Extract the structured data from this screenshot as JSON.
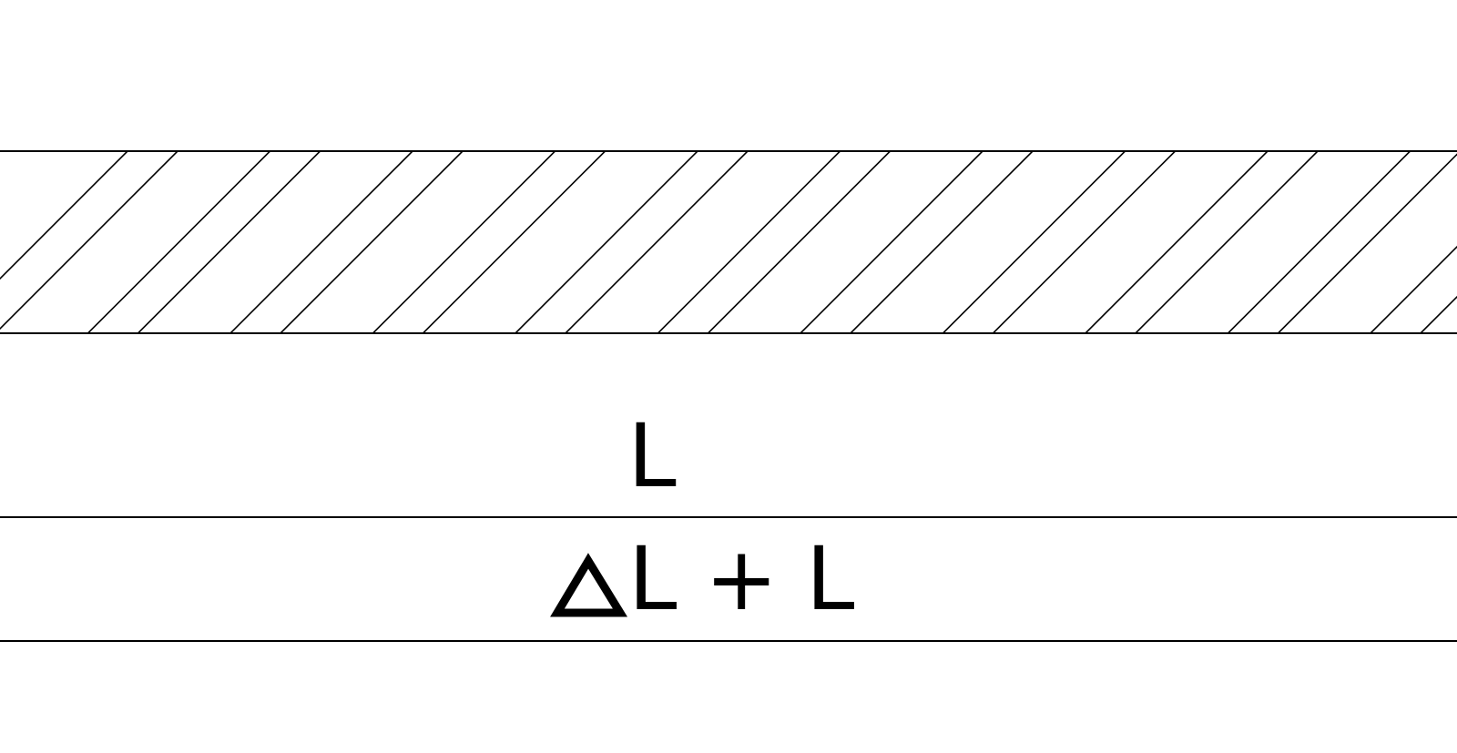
{
  "labels": {
    "length": "L",
    "delta_symbol": "Δ",
    "extended_length": "L + L"
  },
  "colors": {
    "line": "#000000",
    "background": "#ffffff"
  }
}
